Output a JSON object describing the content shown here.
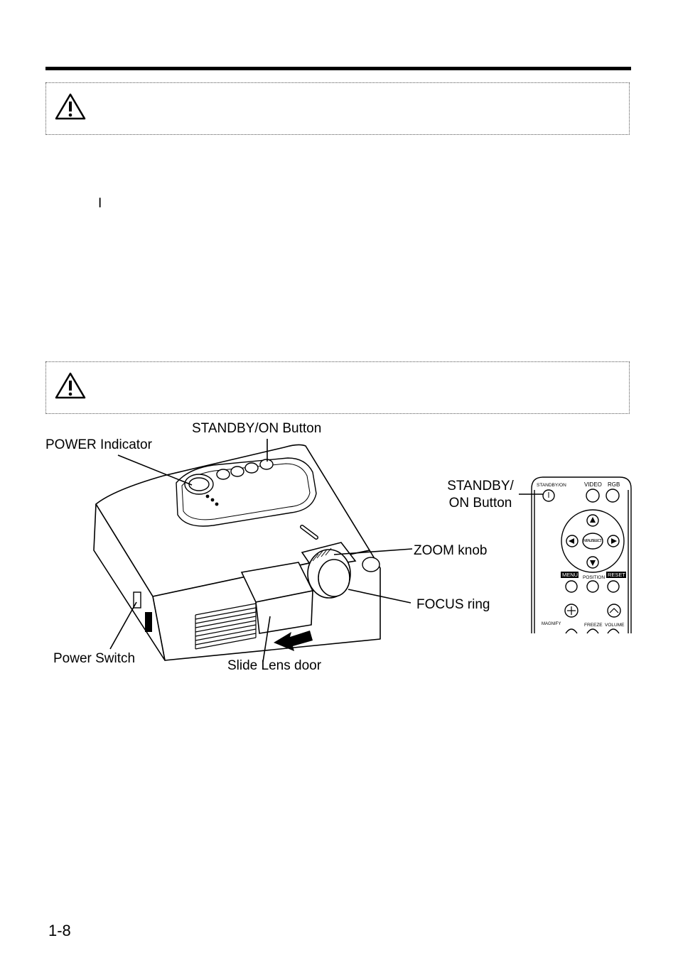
{
  "labels": {
    "standby_on_button_top": "STANDBY/ON Button",
    "power_indicator": "POWER Indicator",
    "standby_on_button_remote_line1": "STANDBY/",
    "standby_on_button_remote_line2": "ON Button",
    "zoom_knob": "ZOOM knob",
    "focus_ring": "FOCUS ring",
    "power_switch": "Power Switch",
    "slide_lens_door": "Slide Lens door"
  },
  "stray_mark": "I",
  "remote": {
    "standby_on": "STANDBY/ON",
    "video": "VIDEO",
    "rgb": "RGB",
    "menu_select": "MENU/ SELECT",
    "menu": "MENU",
    "position": "POSITION",
    "reset": "RESET",
    "magnify": "MAGNIFY",
    "freeze": "FREEZE",
    "volume": "VOLUME"
  },
  "page_number": "1-8"
}
